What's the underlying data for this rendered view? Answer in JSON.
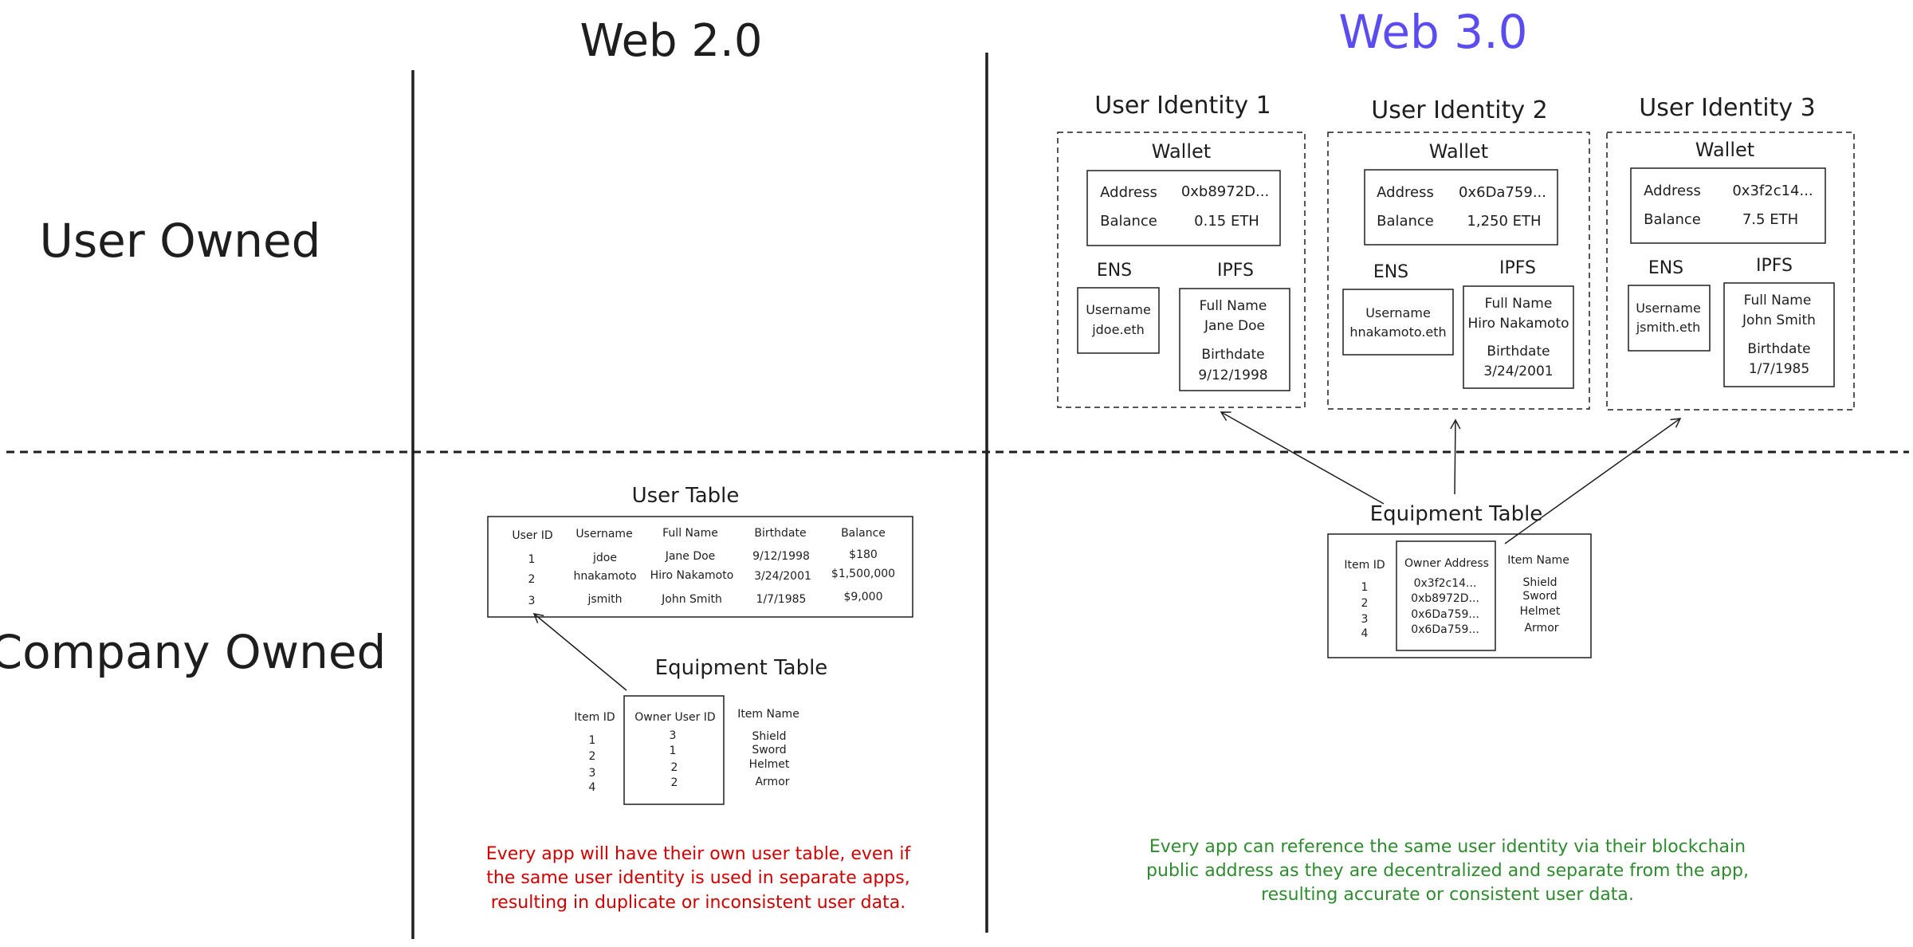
{
  "headers": {
    "web2": "Web 2.0",
    "web3": "Web 3.0",
    "user_owned": "User Owned",
    "company_owned": "Company Owned"
  },
  "colors": {
    "ink": "#1e1e1e",
    "web3_title": "#5b4cf0",
    "web2_note": "#d00000",
    "web3_note": "#2e8b2e"
  },
  "web2": {
    "user_table": {
      "title": "User Table",
      "columns": [
        "User ID",
        "Username",
        "Full Name",
        "Birthdate",
        "Balance"
      ],
      "rows": [
        [
          "1",
          "jdoe",
          "Jane Doe",
          "9/12/1998",
          "$180"
        ],
        [
          "2",
          "hnakamoto",
          "Hiro Nakamoto",
          "3/24/2001",
          "$1,500,000"
        ],
        [
          "3",
          "jsmith",
          "John Smith",
          "1/7/1985",
          "$9,000"
        ]
      ]
    },
    "equipment_table": {
      "title": "Equipment Table",
      "columns": [
        "Item ID",
        "Owner User ID",
        "Item Name"
      ],
      "item_ids": [
        "1",
        "2",
        "3",
        "4"
      ],
      "owners": [
        "3",
        "1",
        "2",
        "2"
      ],
      "item_names": [
        "Shield",
        "Sword",
        "Helmet",
        "Armor"
      ]
    },
    "note": [
      "Every app will have their own user table, even if",
      "the same user identity is used in separate apps,",
      "resulting in duplicate or inconsistent user data."
    ]
  },
  "web3": {
    "identities": [
      {
        "title": "User Identity 1",
        "wallet_label": "Wallet",
        "address_label": "Address",
        "address": "0xb8972D...",
        "balance_label": "Balance",
        "balance": "0.15 ETH",
        "ens_label": "ENS",
        "username_label": "Username",
        "username": "jdoe.eth",
        "ipfs_label": "IPFS",
        "fullname_label": "Full Name",
        "fullname": "Jane Doe",
        "birthdate_label": "Birthdate",
        "birthdate": "9/12/1998"
      },
      {
        "title": "User Identity 2",
        "wallet_label": "Wallet",
        "address_label": "Address",
        "address": "0x6Da759...",
        "balance_label": "Balance",
        "balance": "1,250 ETH",
        "ens_label": "ENS",
        "username_label": "Username",
        "username": "hnakamoto.eth",
        "ipfs_label": "IPFS",
        "fullname_label": "Full Name",
        "fullname": "Hiro Nakamoto",
        "birthdate_label": "Birthdate",
        "birthdate": "3/24/2001"
      },
      {
        "title": "User Identity 3",
        "wallet_label": "Wallet",
        "address_label": "Address",
        "address": "0x3f2c14...",
        "balance_label": "Balance",
        "balance": "7.5 ETH",
        "ens_label": "ENS",
        "username_label": "Username",
        "username": "jsmith.eth",
        "ipfs_label": "IPFS",
        "fullname_label": "Full Name",
        "fullname": "John Smith",
        "birthdate_label": "Birthdate",
        "birthdate": "1/7/1985"
      }
    ],
    "equipment_table": {
      "title": "Equipment Table",
      "columns": [
        "Item ID",
        "Owner Address",
        "Item Name"
      ],
      "item_ids": [
        "1",
        "2",
        "3",
        "4"
      ],
      "owners": [
        "0x3f2c14...",
        "0xb8972D...",
        "0x6Da759...",
        "0x6Da759..."
      ],
      "item_names": [
        "Shield",
        "Sword",
        "Helmet",
        "Armor"
      ]
    },
    "note": [
      "Every app can reference the same user identity via their blockchain",
      "public address as they are decentralized and separate from the app,",
      "resulting accurate or consistent user data."
    ]
  }
}
